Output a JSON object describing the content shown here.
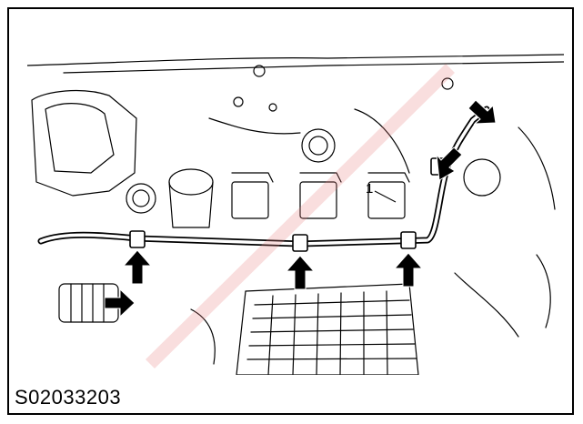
{
  "figure": {
    "id": "S02033203",
    "callout_label": "1"
  },
  "colors": {
    "line": "#000000",
    "background": "#ffffff",
    "arrow": "#000000",
    "watermark": "#e87a7a"
  },
  "icons": {
    "arrow": "block-arrow",
    "clip": "hose-clip"
  }
}
